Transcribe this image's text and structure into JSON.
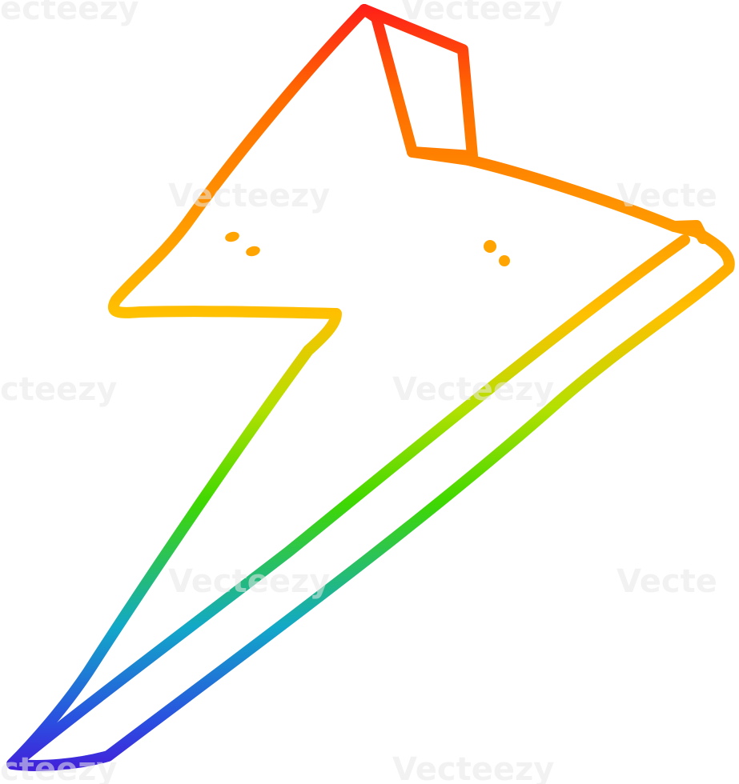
{
  "image": {
    "subject": "cartoon lightning bolt with eyes",
    "gradient_colors": [
      "#ff1a1a",
      "#ff7a00",
      "#ffc300",
      "#a8e000",
      "#35d800",
      "#1a9be0",
      "#3a1ad8"
    ]
  },
  "watermark": {
    "text": "Vecteezy",
    "partials": [
      "ecteezy",
      "Vecteezy",
      "Vecteezy",
      "Vecte",
      "cteezy",
      "Vecteezy",
      "Vecteezy",
      "Vecte",
      "cteezy",
      "Vecteezy"
    ]
  }
}
